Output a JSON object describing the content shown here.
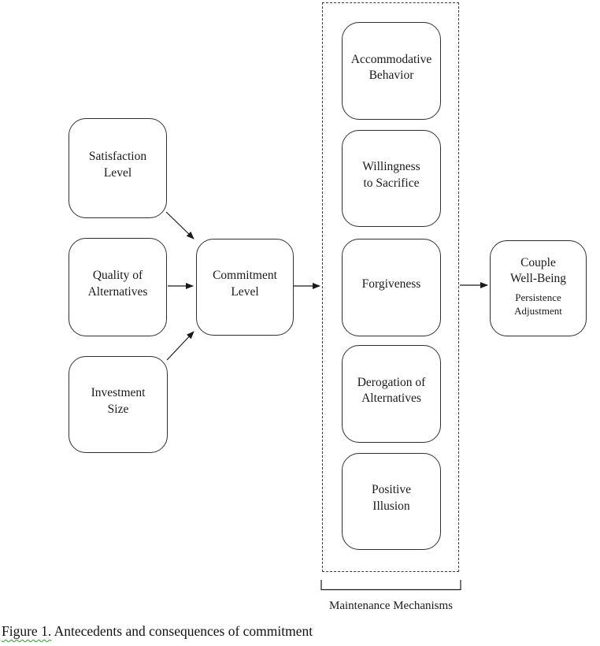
{
  "figure": {
    "caption": {
      "label": "Figure 1.",
      "text": " Antecedents and consequences of commitment"
    },
    "bracket_label": "Maintenance Mechanisms"
  },
  "nodes": {
    "satisfaction": {
      "label": "Satisfaction\nLevel"
    },
    "quality": {
      "label": "Quality of\nAlternatives"
    },
    "investment": {
      "label": "Investment\nSize"
    },
    "commitment": {
      "label": "Commitment\nLevel"
    },
    "accommodative": {
      "label": "Accommodative\nBehavior"
    },
    "willingness": {
      "label": "Willingness\nto Sacrifice"
    },
    "forgiveness": {
      "label": "Forgiveness"
    },
    "derogation": {
      "label": "Derogation of\nAlternatives"
    },
    "positive_illusion": {
      "label": "Positive\nIllusion"
    },
    "couple": {
      "title": "Couple\nWell-Being",
      "subtitle": "Persistence\nAdjustment"
    }
  },
  "colors": {
    "background": "#ffffff",
    "line": "#2f2f2f",
    "text": "#1a1a1a",
    "squiggle": "#2aa32a"
  }
}
